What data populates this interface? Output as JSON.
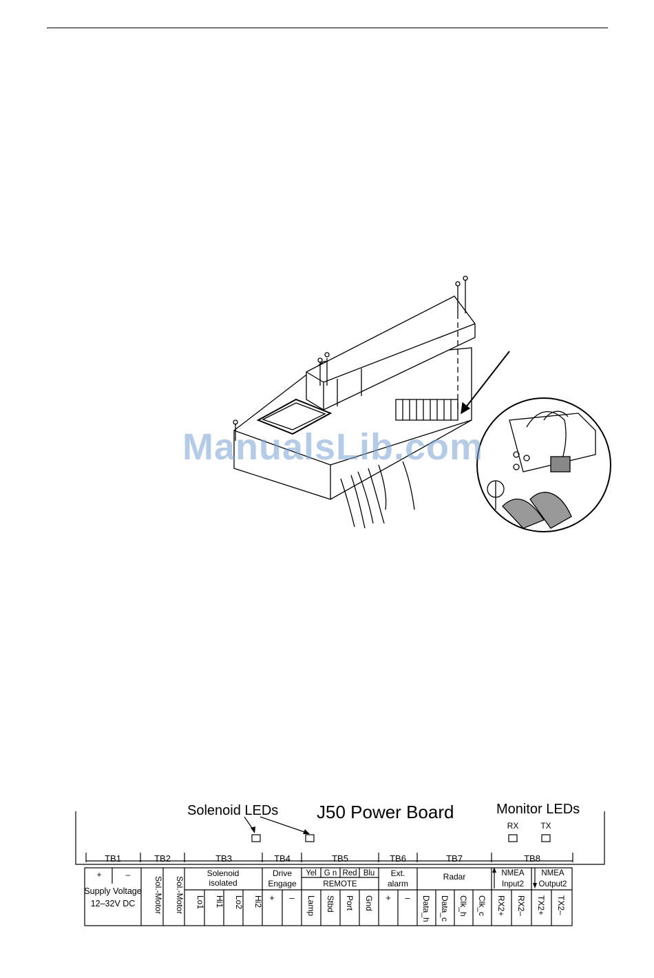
{
  "watermark": "ManualsLib.com",
  "board": {
    "title": "J50 Power Board",
    "solenoid_leds": "Solenoid  LEDs",
    "monitor_leds": "Monitor  LEDs",
    "rx": "RX",
    "tx": "TX",
    "blocks": [
      {
        "id": "TB1",
        "label": "TB1"
      },
      {
        "id": "TB2",
        "label": "TB2"
      },
      {
        "id": "TB3",
        "label": "TB3"
      },
      {
        "id": "TB4",
        "label": "TB4"
      },
      {
        "id": "TB5",
        "label": "TB5"
      },
      {
        "id": "TB6",
        "label": "TB6"
      },
      {
        "id": "TB7",
        "label": "TB7"
      },
      {
        "id": "TB8",
        "label": "TB8"
      }
    ],
    "tb1": {
      "plus": "+",
      "minus": "–",
      "line1": "Supply  Voltage",
      "line2": "12–32V  DC"
    },
    "tb2": {
      "t1": "Sol.-Motor",
      "t2": "Sol.-Motor"
    },
    "tb3": {
      "group1": "Solenoid",
      "group2": "isolated",
      "t1": "Lo1",
      "t2": "Hi1",
      "t3": "Lo2",
      "t4": "Hi2"
    },
    "tb4": {
      "group1": "Drive",
      "group2": "Engage",
      "t1": "+",
      "t2": "–"
    },
    "tb5": {
      "c1": "Yel",
      "c2": "G n",
      "c3": "Red",
      "c4": "Blu",
      "group": "REMOTE",
      "t1": "Lamp",
      "t2": "Stbd",
      "t3": "Port",
      "t4": "Gnd"
    },
    "tb6": {
      "group1": "Ext.",
      "group2": "alarm",
      "t1": "+",
      "t2": "–"
    },
    "tb7": {
      "group": "Radar",
      "t1": "Data_h",
      "t2": "Data_c",
      "t3": "Clk_h",
      "t4": "Clk_c"
    },
    "tb8": {
      "in1": "NMEA",
      "in2": "Input2",
      "out1": "NMEA",
      "out2": "Output2",
      "t1": "RX2+",
      "t2": "RX2–",
      "t3": "TX2+",
      "t4": "TX2–"
    }
  }
}
